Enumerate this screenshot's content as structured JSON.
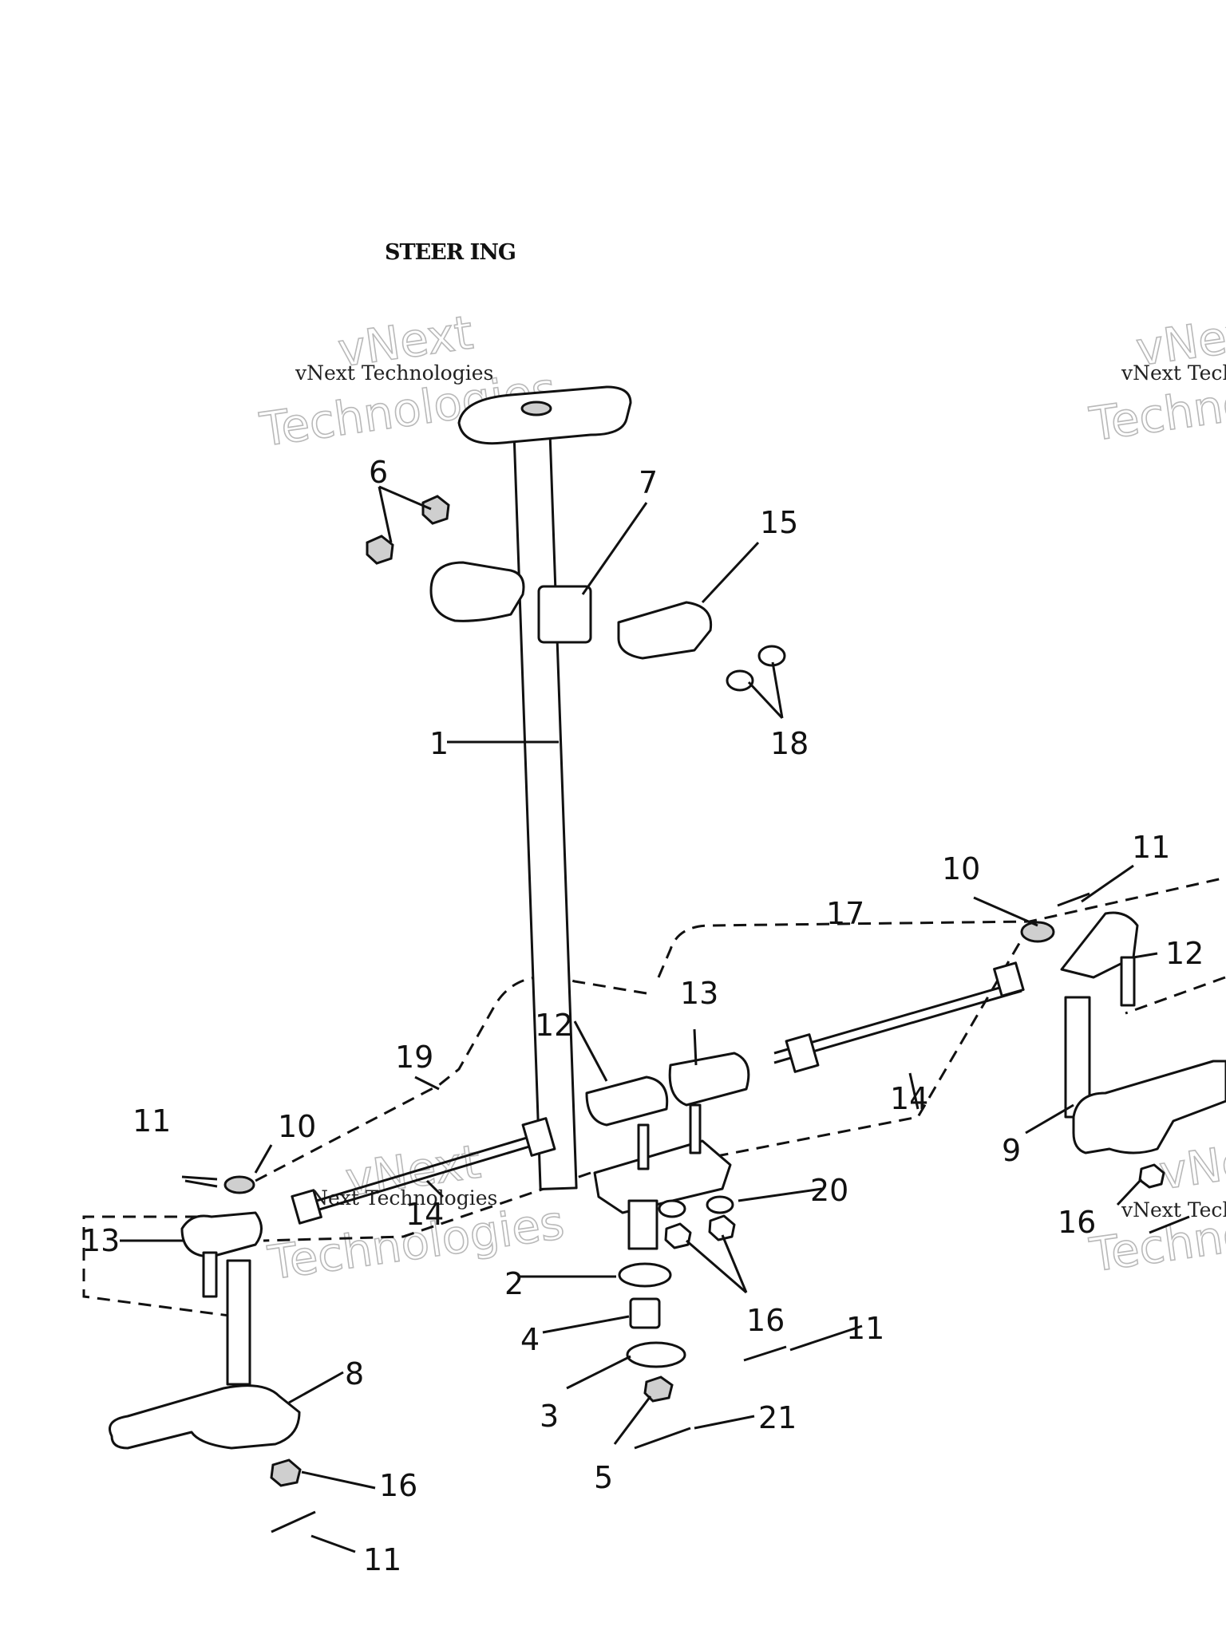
{
  "title": "STEER ING",
  "watermark": {
    "line1": "vNext",
    "line2": "Technologies",
    "caption": "vNext Technologies"
  },
  "callouts": {
    "c1": "1",
    "c2": "2",
    "c3": "3",
    "c4": "4",
    "c5": "5",
    "c6": "6",
    "c7": "7",
    "c8": "8",
    "c9": "9",
    "c10a": "10",
    "c10b": "10",
    "c11a": "11",
    "c11b": "11",
    "c11c": "11",
    "c11d": "11",
    "c12a": "12",
    "c12b": "12",
    "c13a": "13",
    "c13b": "13",
    "c14a": "14",
    "c14b": "14",
    "c15": "15",
    "c16a": "16",
    "c16b": "16",
    "c16c": "16",
    "c17": "17",
    "c18": "18",
    "c19": "19",
    "c20": "20",
    "c21": "21"
  }
}
